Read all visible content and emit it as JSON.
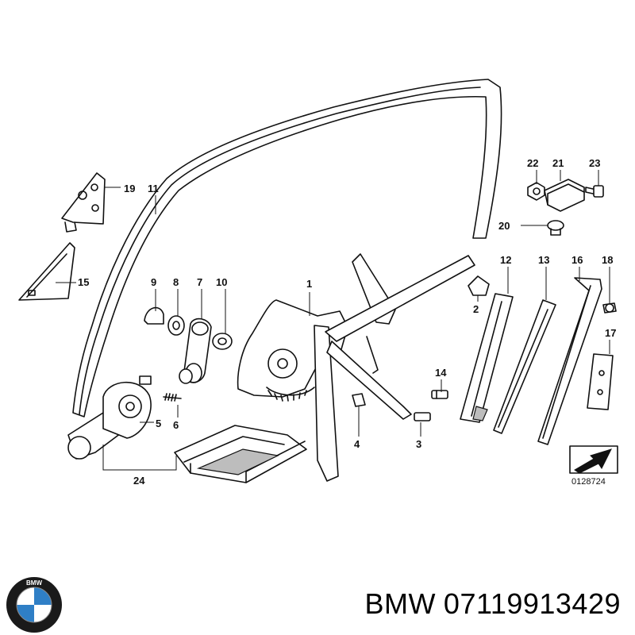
{
  "diagram": {
    "callouts": [
      {
        "id": "c1",
        "label": "1"
      },
      {
        "id": "c2",
        "label": "2"
      },
      {
        "id": "c3",
        "label": "3"
      },
      {
        "id": "c4",
        "label": "4"
      },
      {
        "id": "c5",
        "label": "5"
      },
      {
        "id": "c6",
        "label": "6"
      },
      {
        "id": "c7",
        "label": "7"
      },
      {
        "id": "c8",
        "label": "8"
      },
      {
        "id": "c9",
        "label": "9"
      },
      {
        "id": "c10",
        "label": "10"
      },
      {
        "id": "c11",
        "label": "11"
      },
      {
        "id": "c12",
        "label": "12"
      },
      {
        "id": "c13",
        "label": "13"
      },
      {
        "id": "c14",
        "label": "14"
      },
      {
        "id": "c15",
        "label": "15"
      },
      {
        "id": "c16",
        "label": "16"
      },
      {
        "id": "c17",
        "label": "17"
      },
      {
        "id": "c18",
        "label": "18"
      },
      {
        "id": "c19",
        "label": "19"
      },
      {
        "id": "c20",
        "label": "20"
      },
      {
        "id": "c21",
        "label": "21"
      },
      {
        "id": "c22",
        "label": "22"
      },
      {
        "id": "c23",
        "label": "23"
      },
      {
        "id": "c24",
        "label": "24"
      }
    ],
    "reference_code": "0128724"
  },
  "footer": {
    "brand": "BMW",
    "part_number": "07119913429",
    "logo_letters": "BMW"
  },
  "colors": {
    "line": "#111111",
    "logo_blue": "#2f7fc6",
    "logo_ring": "#1a1a1a"
  }
}
